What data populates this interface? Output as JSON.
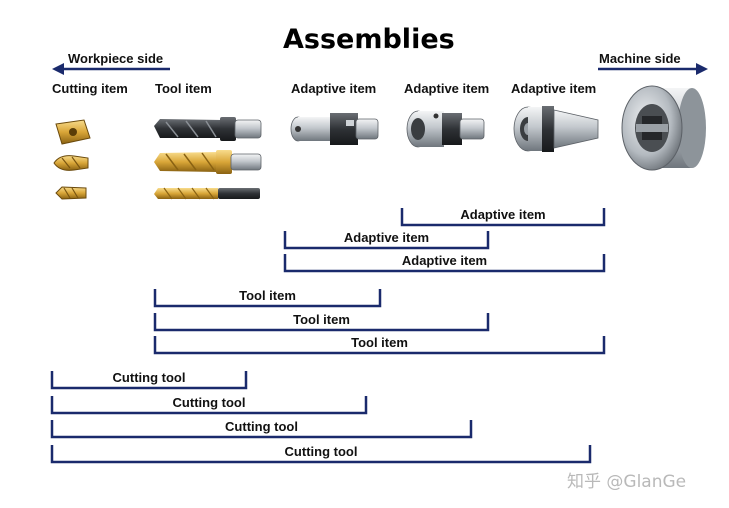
{
  "title": "Assemblies",
  "sides": {
    "left": "Workpiece side",
    "right": "Machine side"
  },
  "columns": [
    "Cutting item",
    "Tool item",
    "Adaptive item",
    "Adaptive item",
    "Adaptive item"
  ],
  "brackets": [
    {
      "label": "Adaptive item",
      "span": "adaptive-2-to-machine"
    },
    {
      "label": "Adaptive item",
      "span": "adaptive-1-to-adaptive-2"
    },
    {
      "label": "Adaptive item",
      "span": "adaptive-1-to-machine"
    },
    {
      "label": "Tool item",
      "span": "tool-to-adaptive-1"
    },
    {
      "label": "Tool item",
      "span": "tool-to-adaptive-2"
    },
    {
      "label": "Tool item",
      "span": "tool-to-machine"
    },
    {
      "label": "Cutting tool",
      "span": "cutting-to-tool"
    },
    {
      "label": "Cutting tool",
      "span": "cutting-to-adaptive-1"
    },
    {
      "label": "Cutting tool",
      "span": "cutting-to-adaptive-2"
    },
    {
      "label": "Cutting tool",
      "span": "cutting-to-machine"
    }
  ],
  "watermark": "知乎 @GlanGe",
  "colors": {
    "navy": "#1a2a6c",
    "gold": "#d9a638",
    "steel": "#8f969e",
    "dark": "#2e3033"
  },
  "icons": [
    "left-arrow-icon",
    "right-arrow-icon",
    "insert-icon",
    "drill-icon",
    "adapter-icon",
    "holder-icon",
    "taper-holder-icon",
    "spindle-icon"
  ]
}
